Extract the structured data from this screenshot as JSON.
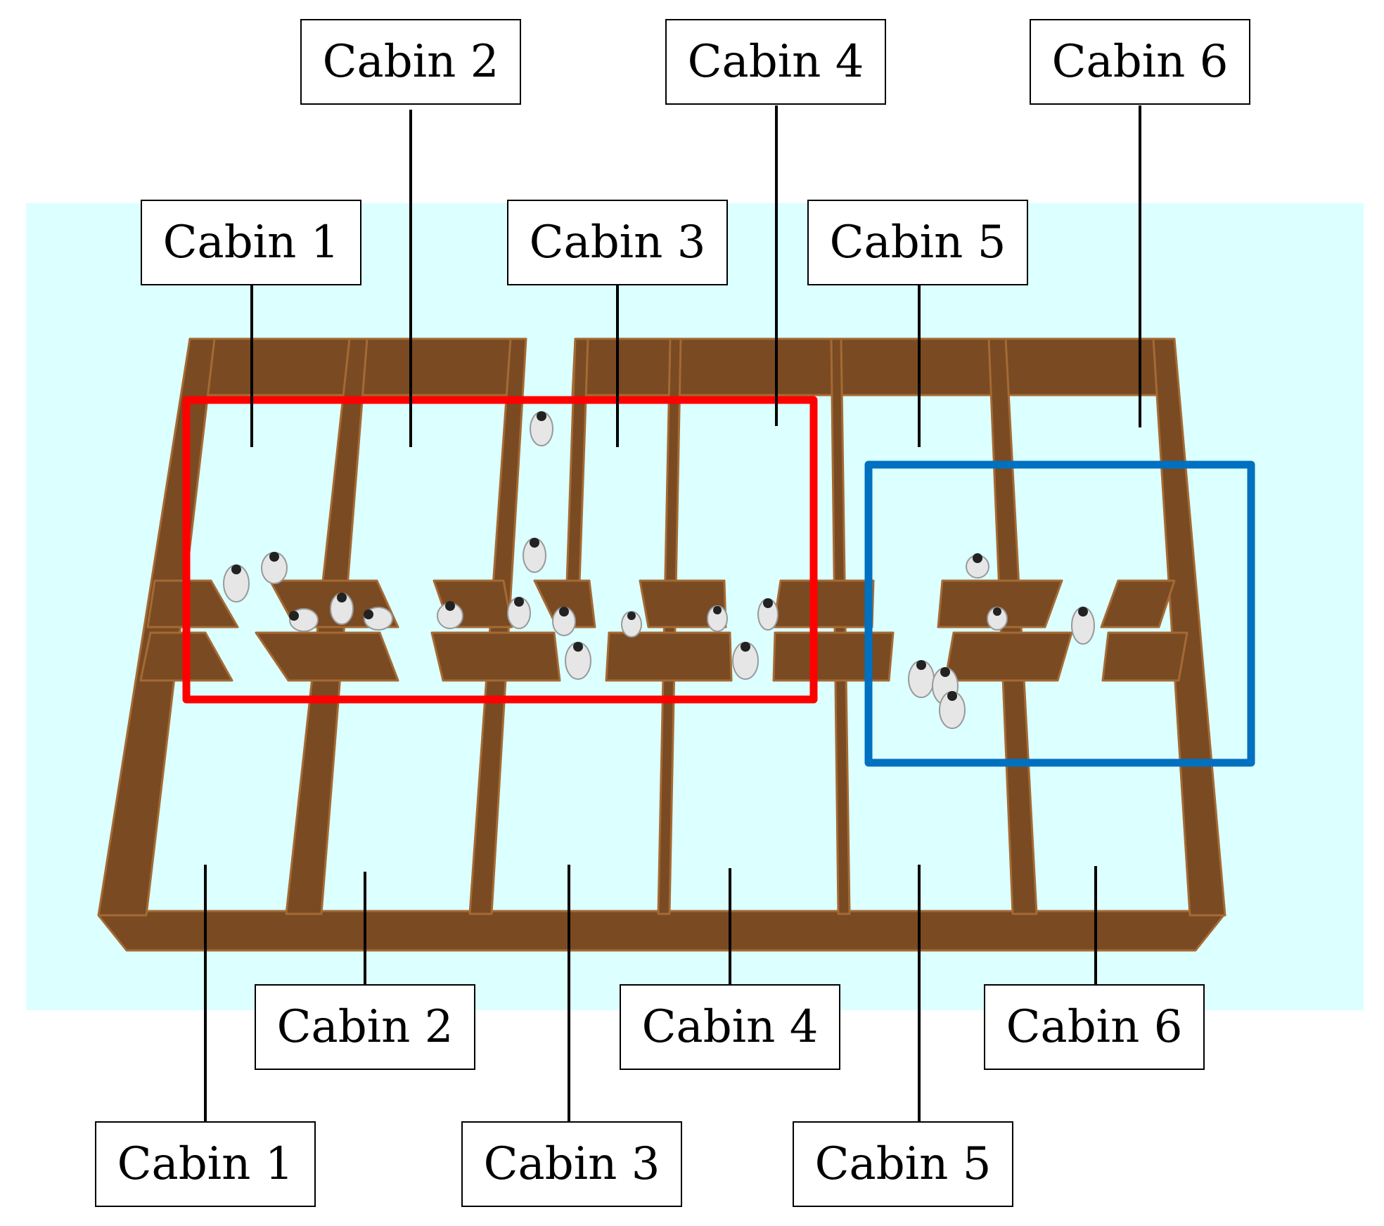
{
  "labels": {
    "top": [
      {
        "text": "Cabin 2"
      },
      {
        "text": "Cabin 4"
      },
      {
        "text": "Cabin 6"
      },
      {
        "text": "Cabin 1"
      },
      {
        "text": "Cabin 3"
      },
      {
        "text": "Cabin 5"
      }
    ],
    "bottom": [
      {
        "text": "Cabin 2"
      },
      {
        "text": "Cabin 4"
      },
      {
        "text": "Cabin 6"
      },
      {
        "text": "Cabin 1"
      },
      {
        "text": "Cabin 3"
      },
      {
        "text": "Cabin 5"
      }
    ]
  },
  "colors": {
    "background_panel": "#dcffff",
    "wall": "#7a4a22",
    "wall_edge": "#a46a34",
    "highlight_red": "#ff0000",
    "highlight_blue": "#0070c0",
    "leader_line": "#000000",
    "person": "#e6e6e6"
  }
}
